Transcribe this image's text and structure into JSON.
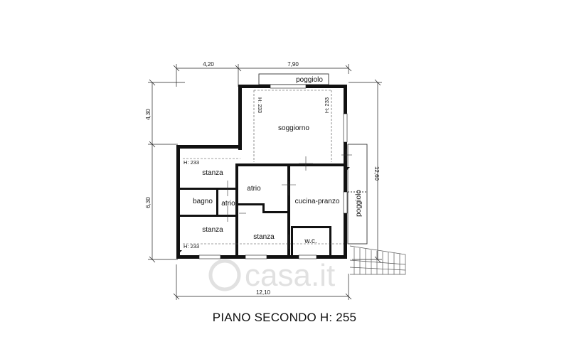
{
  "title": "PIANO SECONDO H: 255",
  "watermark": "casa.it",
  "dimensions": {
    "top_left": "4,20",
    "top_right": "7,90",
    "left_upper": "4,30",
    "left_lower": "6,30",
    "right": "12,60",
    "bottom": "12,10"
  },
  "rooms": {
    "soggiorno": "soggiorno",
    "stanza_top": "stanza",
    "stanza_bottom": "stanza",
    "stanza_center": "stanza",
    "bagno": "bagno",
    "atrio_small": "atrio",
    "atrio_center": "atrio",
    "cucina": "cucina-pranzo",
    "wc": "w.c.",
    "poggiolo_top": "poggiolo",
    "poggiolo_right": "poggiolo"
  },
  "heights": {
    "soggiorno_left": "H: 233",
    "soggiorno_right": "H: 233",
    "stanza_top": "H: 233",
    "stanza_bottom": "H: 233"
  }
}
